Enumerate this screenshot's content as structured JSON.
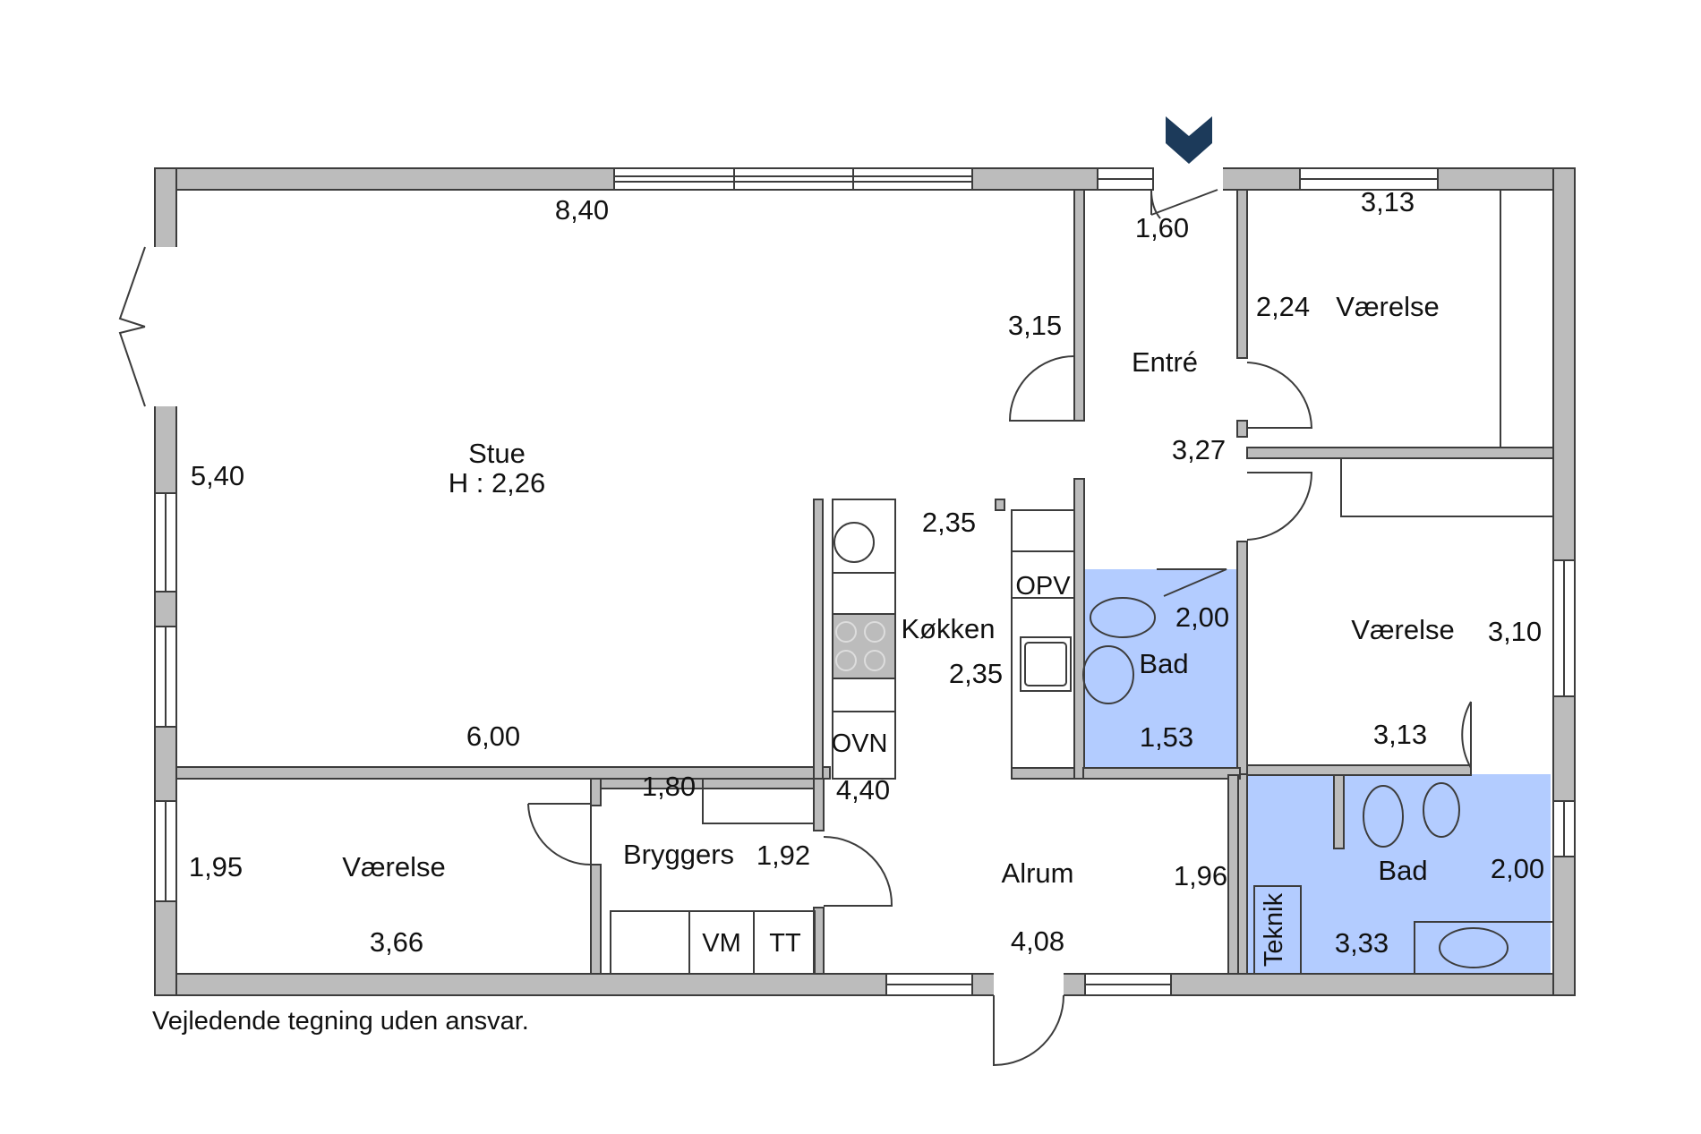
{
  "rooms": {
    "stue": {
      "name": "Stue",
      "height": "H : 2,26",
      "dim_top": "8,40",
      "dim_left": "5,40",
      "dim_bottom": "6,00",
      "dim_right": "3,15"
    },
    "entre": {
      "name": "Entré",
      "dim_top": "1,60",
      "dim_right": "3,27"
    },
    "vaerelse_ne": {
      "name": "Værelse",
      "dim_top": "3,13",
      "dim_left": "2,24"
    },
    "vaerelse_e": {
      "name": "Værelse",
      "dim_right": "3,10",
      "dim_bottom": "3,13"
    },
    "koekken": {
      "name": "Køkken",
      "dim_top": "2,35",
      "dim_side": "2,35",
      "dim_bottom": "4,40"
    },
    "bad1": {
      "name": "Bad",
      "dim_right": "2,00",
      "dim_bottom": "1,53"
    },
    "bad2": {
      "name": "Bad",
      "dim_right": "2,00",
      "dim_bottom": "3,33"
    },
    "vaerelse_sw": {
      "name": "Værelse",
      "dim_left": "1,95",
      "dim_bottom": "3,66"
    },
    "bryggers": {
      "name": "Bryggers",
      "dim_top": "1,80",
      "dim_right": "1,92"
    },
    "alrum": {
      "name": "Alrum",
      "dim_right": "1,96",
      "dim_bottom": "4,08"
    }
  },
  "fixtures": {
    "opv": "OPV",
    "ovn": "OVN",
    "vm": "VM",
    "tt": "TT",
    "teknik": "Teknik"
  },
  "disclaimer": "Vejledende tegning uden ansvar.",
  "colors": {
    "wall": "#bcbcbc",
    "bathroom": "#b3ccff",
    "entrance_marker": "#1c3a5a"
  },
  "icons": {
    "entrance": "chevron-down-icon"
  }
}
